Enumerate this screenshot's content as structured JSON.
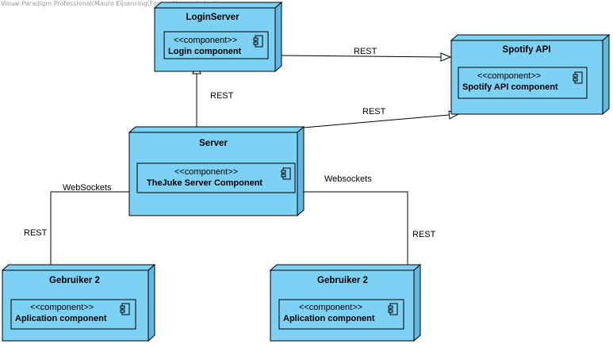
{
  "watermark": "Visual Paradigm Professional(Mauro Eijsenring(Fontys Hogescholen))",
  "colors": {
    "node_fill": "#7DD1F5",
    "node_side": "#5FB8E0",
    "stroke": "#000000"
  },
  "nodes": {
    "login_server": {
      "title": "LoginServer",
      "stereotype": "<<component>>",
      "component": "Login component"
    },
    "spotify_api": {
      "title": "Spotify API",
      "stereotype": "<<component>>",
      "component": "Spotify API component"
    },
    "server": {
      "title": "Server",
      "stereotype": "<<component>>",
      "component": "TheJuke Server Component"
    },
    "gebruiker_left": {
      "title": "Gebruiker 2",
      "stereotype": "<<component>>",
      "component": "Aplication component"
    },
    "gebruiker_right": {
      "title": "Gebruiker 2",
      "stereotype": "<<component>>",
      "component": "Aplication component"
    }
  },
  "connections": {
    "login_to_spotify": "REST",
    "server_to_login": "REST",
    "server_to_spotify": "REST",
    "left_websockets": "WebSockets",
    "left_rest": "REST",
    "right_websockets": "Websockets",
    "right_rest": "REST"
  }
}
